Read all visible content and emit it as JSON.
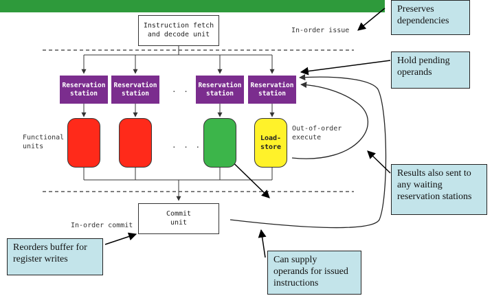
{
  "fetch_unit": "Instruction fetch\nand decode unit",
  "in_order_issue": "In-order issue",
  "reservation_station": "Reservation\nstation",
  "functional_units": "Functional\nunits",
  "load_store": "Load-\nstore",
  "out_of_order_execute": "Out-of-order\nexecute",
  "ellipsis": ". . .",
  "commit_unit": "Commit\nunit",
  "in_order_commit": "In-order commit",
  "callouts": {
    "preserves": "Preserves\ndependencies",
    "hold_pending": "Hold pending\noperands",
    "results_sent": "Results also sent to\nany waiting\nreservation stations",
    "reorders": "Reorders buffer for\nregister writes",
    "can_supply": "Can supply\noperands for issued\ninstructions"
  },
  "colors": {
    "header_green": "#2e9a3b",
    "reservation_purple": "#7b2d8e",
    "fu_red": "#ff2a1a",
    "fu_green": "#3cb54a",
    "fu_yellow": "#fff22a",
    "callout_bg": "#c3e4ea"
  }
}
